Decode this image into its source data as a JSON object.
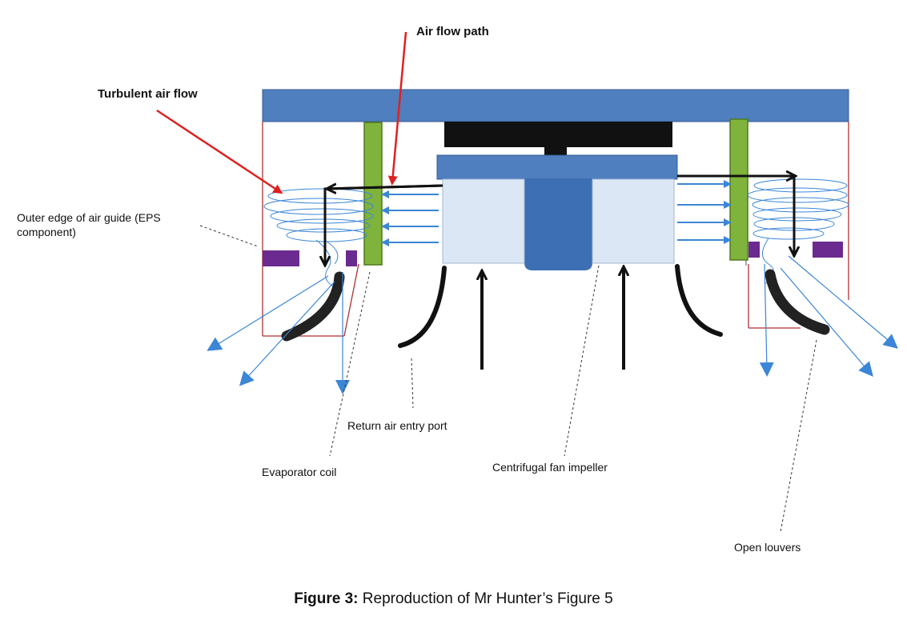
{
  "labels": {
    "turbulent_air_flow": "Turbulent air flow",
    "air_flow_path": "Air flow path",
    "outer_edge_line1": "Outer edge of air guide (EPS",
    "outer_edge_line2": "component)",
    "return_air_entry_port": "Return air entry port",
    "evaporator_coil": "Evaporator coil",
    "centrifugal_fan_impeller": "Centrifugal fan impeller",
    "open_louvers": "Open louvers"
  },
  "caption": {
    "prefix": "Figure 3:",
    "text": " Reproduction of Mr Hunter’s Figure 5"
  },
  "colors": {
    "housing_blue": "#4f7fbf",
    "motor_black": "#111111",
    "impeller_fill": "#dbe7f4",
    "coil_green": "#7fb33c",
    "guide_purple": "#6a2a8f",
    "airflow_blue": "#3b86d6",
    "annotation_red": "#e02020",
    "outline_red": "#b03030"
  }
}
